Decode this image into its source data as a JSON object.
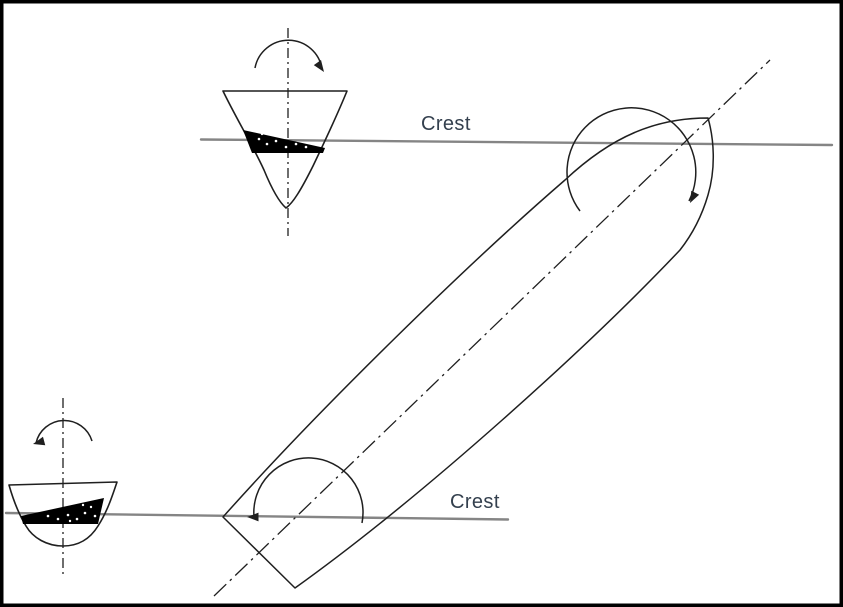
{
  "figure": {
    "kind": "ship-on-two-wave-crests-diagram",
    "labels": {
      "crest_top": "Crest",
      "crest_bottom": "Crest"
    }
  },
  "colors": {
    "border": "#000000",
    "ink": "#1f1f1f",
    "crest_line": "#858585",
    "label_text": "#34404e",
    "wedge_fill": "#000000",
    "dot_fill": "#ffffff"
  },
  "icons": {
    "bow_rotation": "clockwise-arc-arrow",
    "stern_rotation": "counterclockwise-arc-arrow",
    "bow_section_rotation": "clockwise-arc-arrow",
    "stern_section_rotation": "counterclockwise-arc-arrow",
    "waterline_pointer": "left-arrowhead"
  }
}
